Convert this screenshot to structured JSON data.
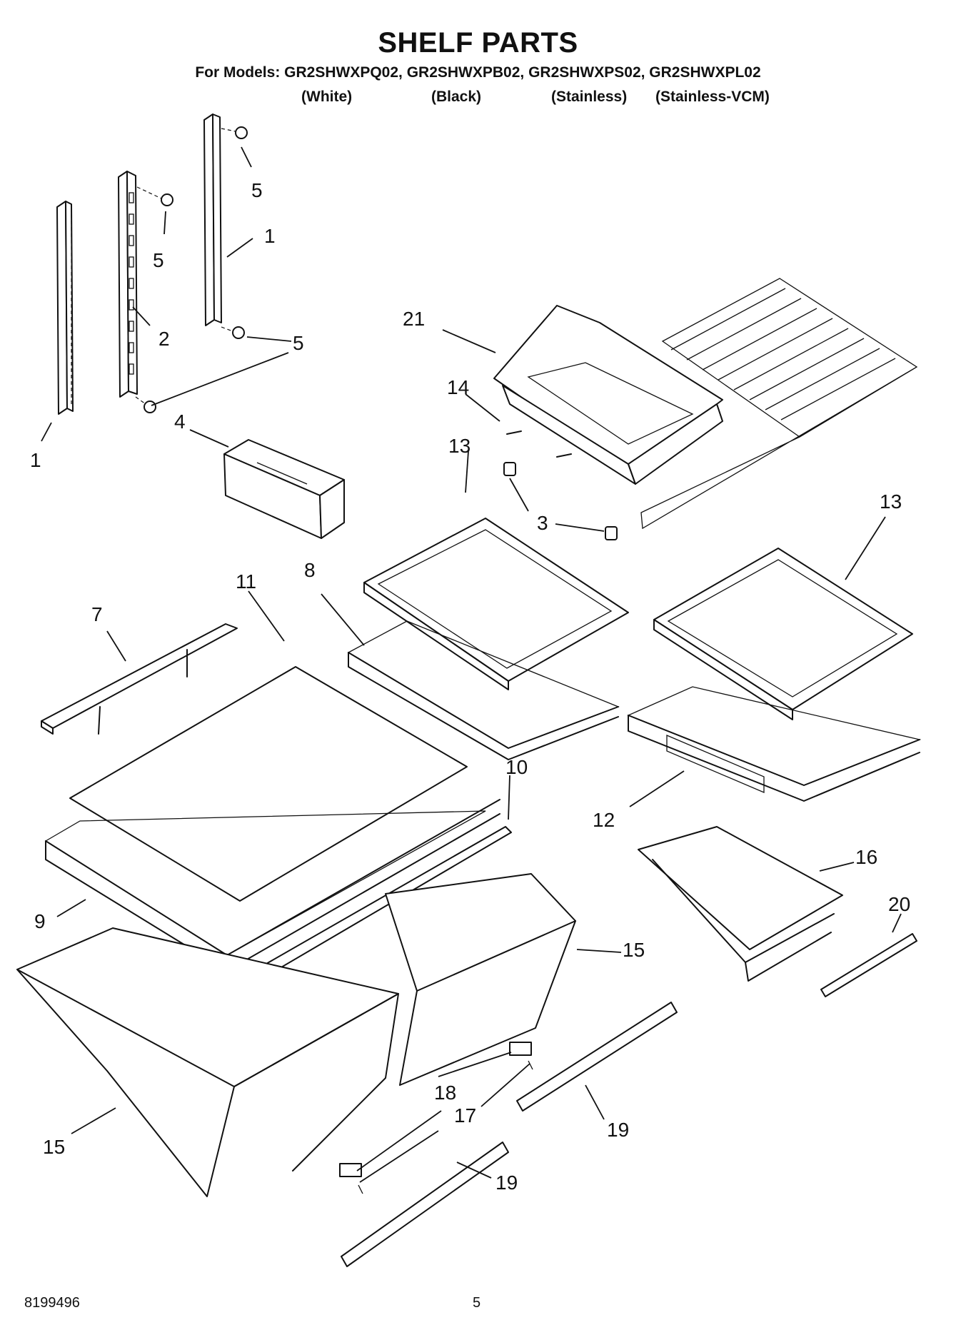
{
  "header": {
    "title": "SHELF PARTS",
    "models_line": "For Models: GR2SHWXPQ02, GR2SHWXPB02, GR2SHWXPS02, GR2SHWXPL02",
    "variants": [
      "(White)",
      "(Black)",
      "(Stainless)",
      "(Stainless-VCM)"
    ]
  },
  "callouts": {
    "c1a": "1",
    "c1b": "1",
    "c2": "2",
    "c3": "3",
    "c4": "4",
    "c5a": "5",
    "c5b": "5",
    "c5c": "5",
    "c7": "7",
    "c8": "8",
    "c9": "9",
    "c10": "10",
    "c11": "11",
    "c12": "12",
    "c13a": "13",
    "c13b": "13",
    "c14": "14",
    "c15a": "15",
    "c15b": "15",
    "c16": "16",
    "c17": "17",
    "c18": "18",
    "c19a": "19",
    "c19b": "19",
    "c20": "20",
    "c21": "21"
  },
  "footer": {
    "doc_number": "8199496",
    "page_number": "5"
  }
}
